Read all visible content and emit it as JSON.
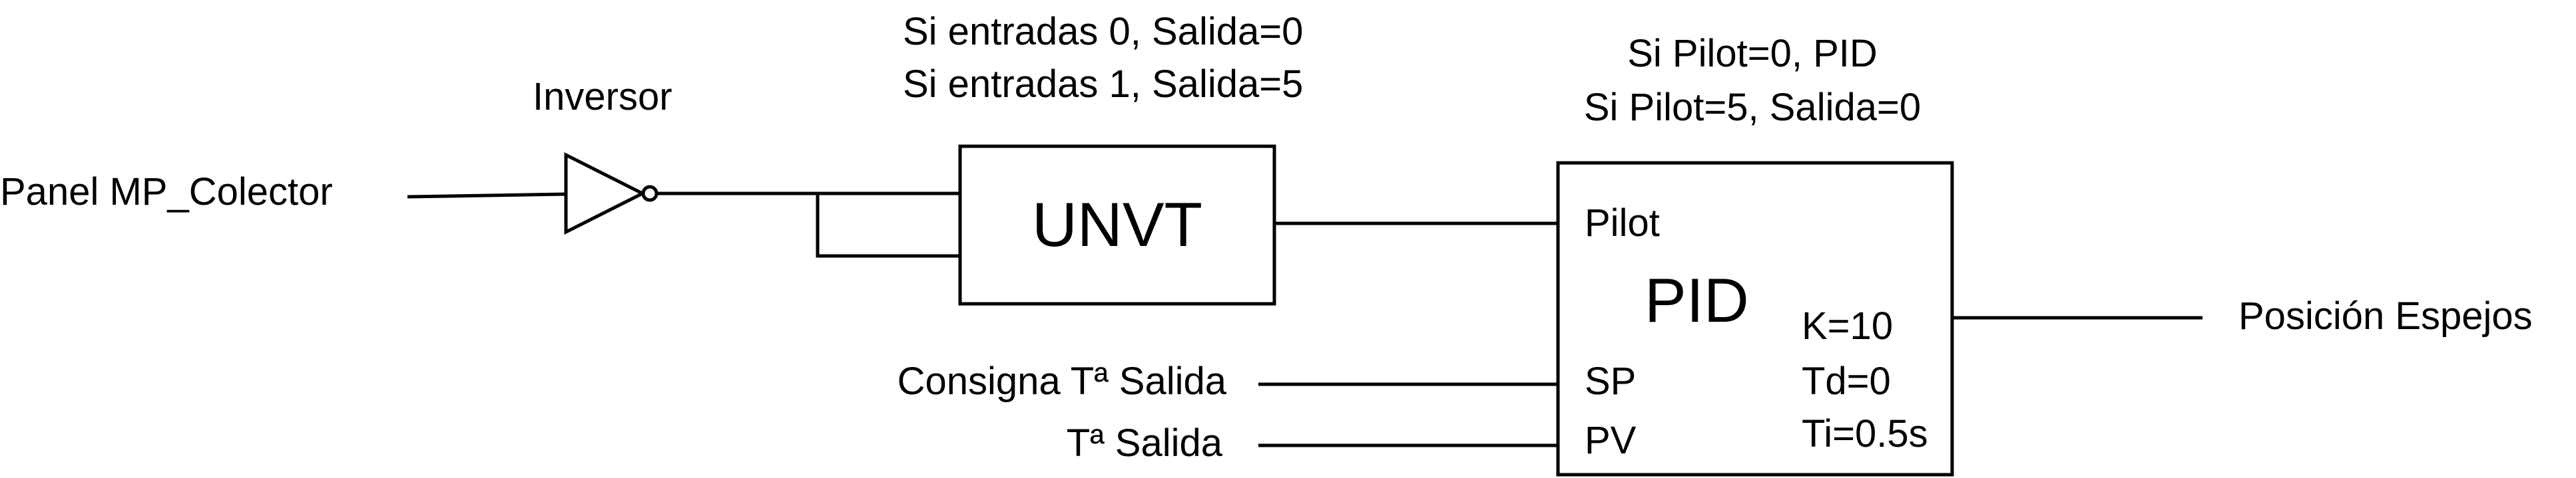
{
  "inputs": {
    "panel": "Panel MP_Colector",
    "consigna": "Consigna Tª Salida",
    "salida": "Tª Salida"
  },
  "inversor": {
    "label": "Inversor"
  },
  "unvt": {
    "title": "UNVT",
    "note_line1": "Si entradas 0, Salida=0",
    "note_line2": "Si entradas 1, Salida=5"
  },
  "pid": {
    "title": "PID",
    "note_line1": "Si Pilot=0, PID",
    "note_line2": "Si Pilot=5, Salida=0",
    "port_pilot": "Pilot",
    "port_sp": "SP",
    "port_pv": "PV",
    "param_k": "K=10",
    "param_td": "Td=0",
    "param_ti": "Ti=0.5s"
  },
  "output": {
    "label": "Posición Espejos"
  }
}
